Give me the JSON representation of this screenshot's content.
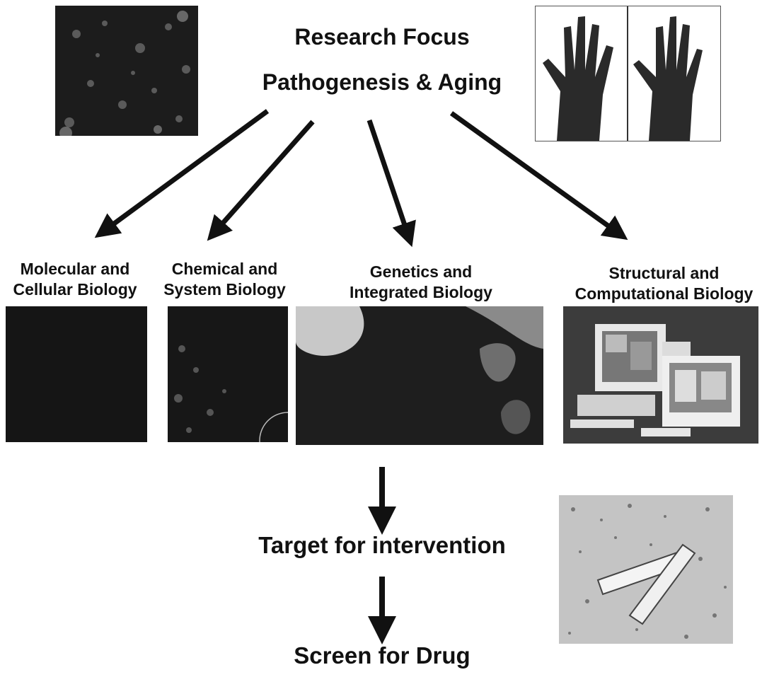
{
  "header": {
    "title": "Research Focus",
    "subtitle": "Pathogenesis & Aging"
  },
  "branches": [
    {
      "line1": "Molecular and",
      "line2": "Cellular Biology"
    },
    {
      "line1": "Chemical and",
      "line2": "System Biology"
    },
    {
      "line1": "Genetics and",
      "line2": "Integrated Biology"
    },
    {
      "line1": "Structural and",
      "line2": "Computational Biology"
    }
  ],
  "pipeline": {
    "step1": "Target for intervention",
    "step2": "Screen for Drug"
  },
  "colors": {
    "ink": "#111111",
    "photo_dark": "#1a1a1a",
    "background": "#ffffff"
  }
}
